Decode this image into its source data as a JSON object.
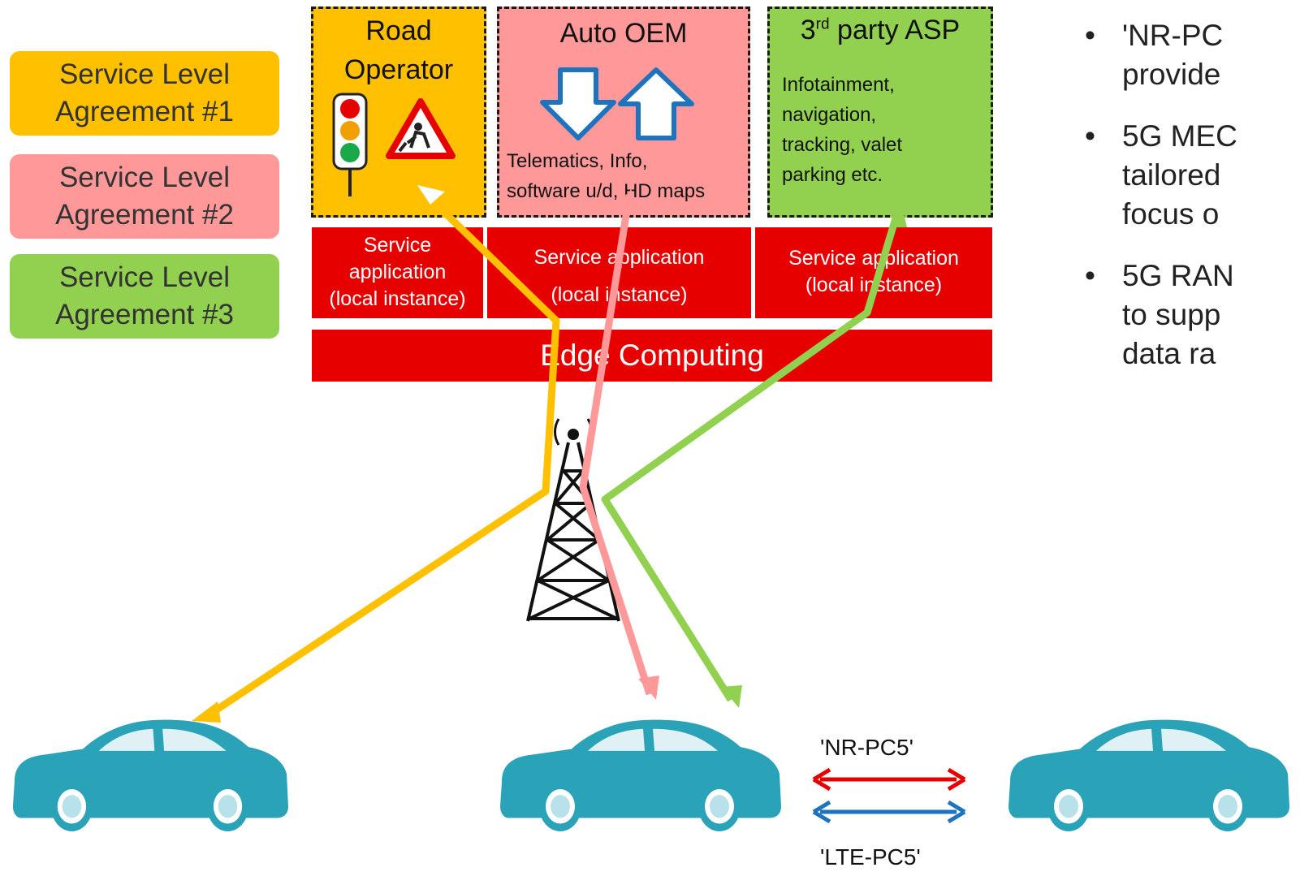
{
  "colors": {
    "sla1": "#ffc000",
    "sla2": "#ff9999",
    "sla3": "#92d050",
    "vodafone_red": "#e60000",
    "car": "#2aa3b8",
    "nr_arrow": "#e60000",
    "lte_arrow": "#1e73be"
  },
  "sla": [
    {
      "line1": "Service Level",
      "line2": "Agreement #1"
    },
    {
      "line1": "Service Level",
      "line2": "Agreement #2"
    },
    {
      "line1": "Service Level",
      "line2": "Agreement #3"
    }
  ],
  "road_operator": {
    "line1": "Road",
    "line2": "Operator"
  },
  "auto_oem": {
    "title": "Auto OEM",
    "desc_line1": "Telematics, Info,",
    "desc_line2": "software u/d, HD maps"
  },
  "third_party": {
    "title": "party ASP",
    "title_prefix": "3",
    "title_sup": "rd",
    "desc": [
      "Infotainment,",
      "navigation,",
      "tracking, valet",
      "parking etc."
    ]
  },
  "services": [
    {
      "line1": "Service",
      "line2": "application",
      "line3": "(local instance)"
    },
    {
      "line1": "Service application",
      "line2": "(local instance)"
    },
    {
      "line1": "Service application",
      "line2": "(local instance)"
    }
  ],
  "edge": {
    "label": "Edge Computing"
  },
  "sidelink": {
    "nr": "'NR-PC5'",
    "lte": "'LTE-PC5'"
  },
  "bullets": [
    {
      "lines": [
        "'NR-PC",
        "provide"
      ]
    },
    {
      "lines": [
        "5G MEC",
        "tailored",
        "focus o"
      ]
    },
    {
      "lines": [
        "5G RAN",
        "to supp",
        "data ra"
      ]
    }
  ],
  "icons": [
    "traffic-light-icon",
    "roadworks-sign-icon",
    "down-arrow-icon",
    "up-arrow-icon",
    "cell-tower-icon",
    "car-icon"
  ]
}
